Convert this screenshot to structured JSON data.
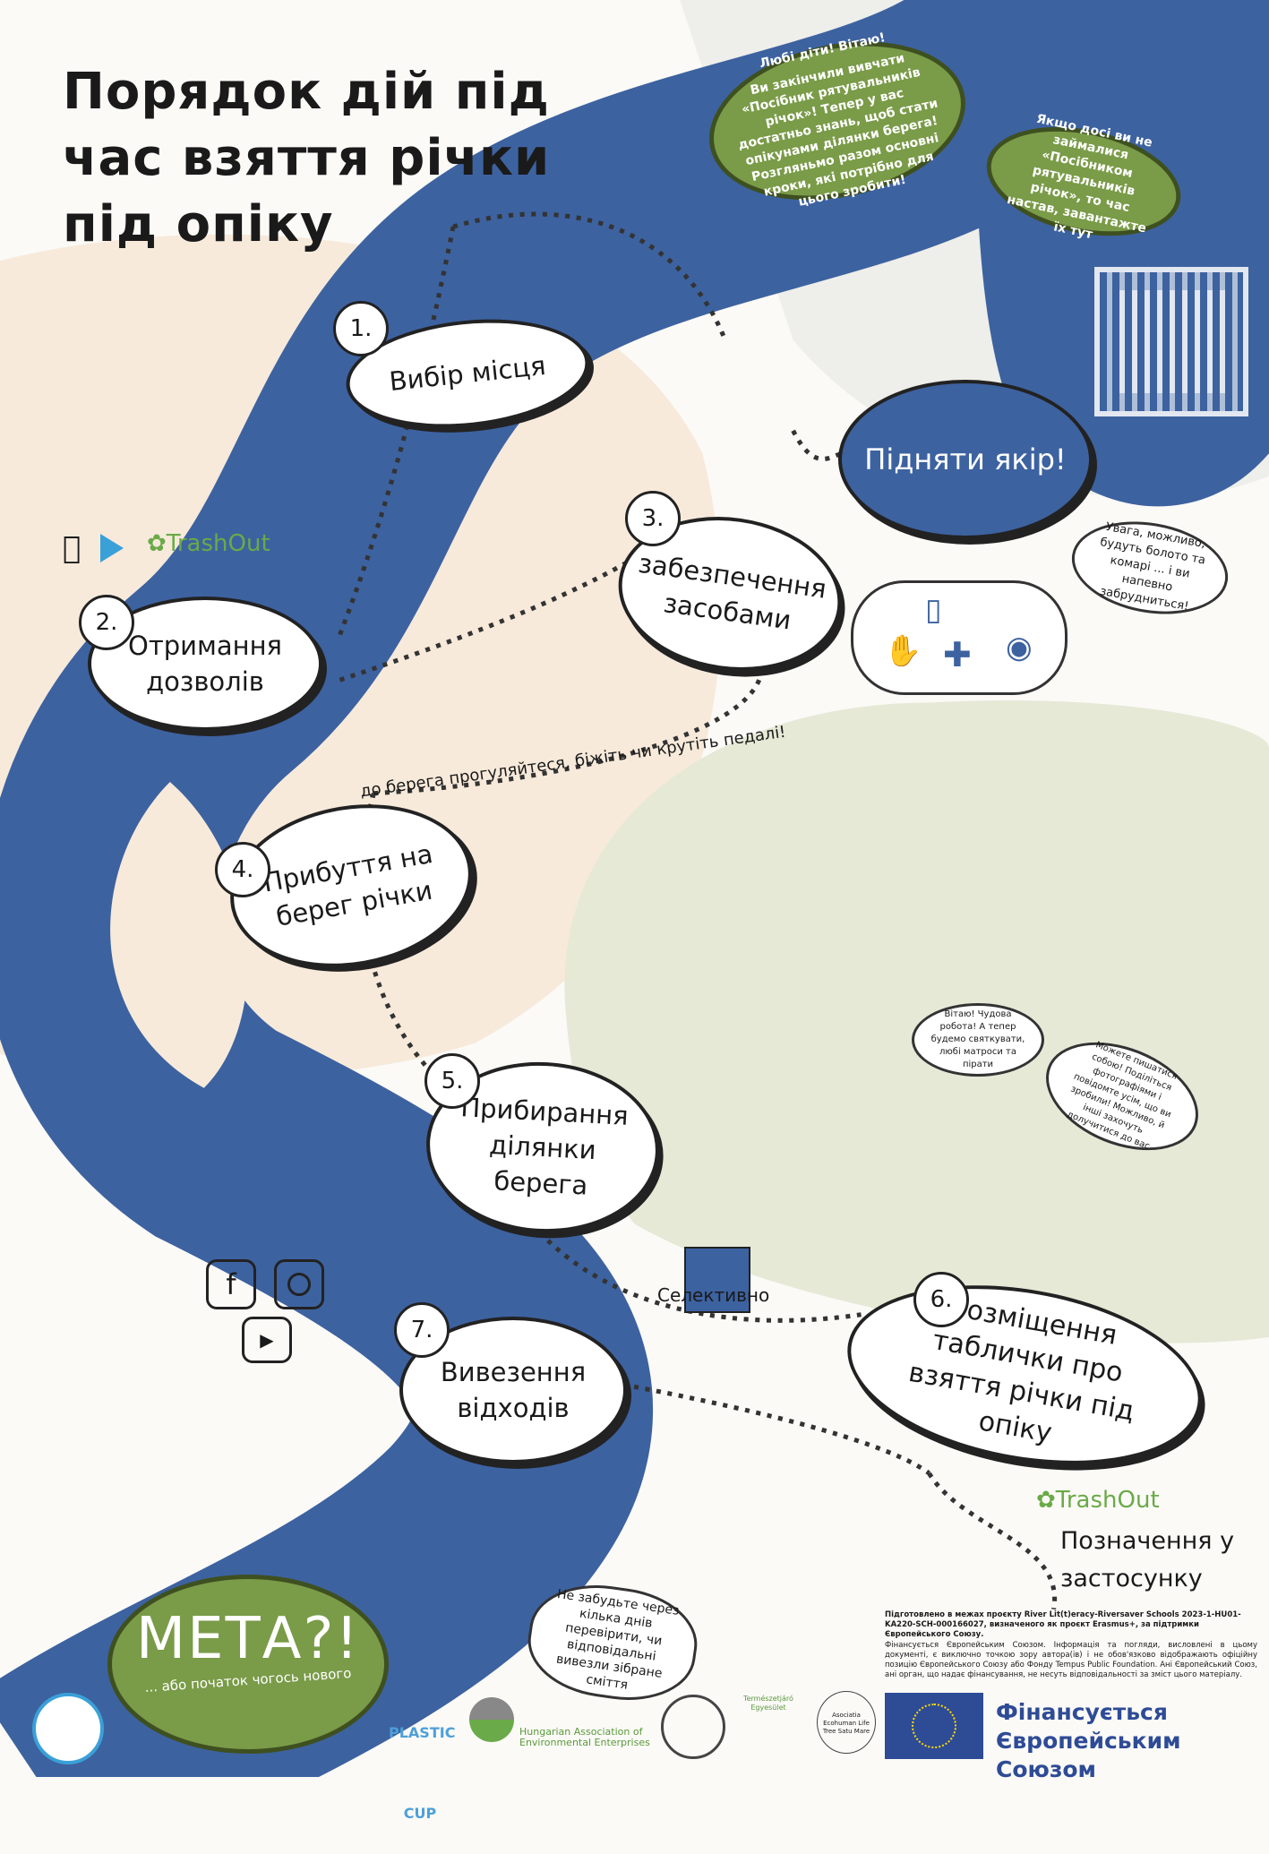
{
  "title": "Порядок дій під час взяття річки під опіку",
  "intro_bubble": {
    "greeting": "Любі діти! Вітаю!",
    "text": "Ви закінчили вивчати «Посібник рятувальників річок»! Тепер у вас достатньо знань, щоб стати опікунами ділянки берега! Розгляньмо разом основні кроки, які потрібно для цього зробити!"
  },
  "download_bubble": "Якщо досі ви не займалися «Посібником рятувальників річок», то час настав, завантажте їх тут",
  "anchor_label": "Підняти якір!",
  "steps": [
    {
      "num": "1.",
      "label": "Вибір місця"
    },
    {
      "num": "2.",
      "label": "Отримання дозволів"
    },
    {
      "num": "3.",
      "label": "забезпечення засобами"
    },
    {
      "num": "4.",
      "label": "Прибуття на берег річки"
    },
    {
      "num": "5.",
      "label": "Прибирання ділянки берега"
    },
    {
      "num": "6.",
      "label": "Розміщення таблички про взяття річки під опіку"
    },
    {
      "num": "7.",
      "label": "Вивезення відходів"
    }
  ],
  "path_text": "до берега прогуляйтеся, біжіть чи крутіть педалі!",
  "warning_bubble": "Увага, можливо, будуть болото та комарі ... і ви напевно забрудниться!",
  "celebrate_bubble": "Вітаю! Чудова робота! А тепер будемо святкувати, любі матроси та пірати",
  "share_bubble": "Можете пишатися собою! Поділіться фотографіями і повідомте усім, що ви зробили! Можливо, й інші захочуть долучитися до вас",
  "selective_label": "Селективно",
  "trashout": "TrashOut",
  "app_mark_label": "Позначення у застосунку",
  "reminder_cloud": "Не забудьте через кілька днів перевірити, чи відповідальні вивезли зібране сміття",
  "goal": {
    "title": "МЕТА?!",
    "subtitle": "... або початок чогось нового"
  },
  "partners": [
    "PLASTIC CUP",
    "Hungarian Association of Environmental Enterprises",
    "Természetjáró Egyesület",
    "Asociatia Ecohuman Life Tree Satu Mare"
  ],
  "footer": {
    "project": "Підготовлено в межах проєкту River Lit(t)eracy-Riversaver Schools 2023-1-HU01-KA220-SCH-000166027, визначеного як проєкт Erasmus+, за підтримки Європейського Союзу.",
    "disclaimer": "Фінансується Європейським Союзом. Інформація та погляди, висловлені в цьому документі, є виключно точкою зору автора(ів) і не обов'язково відображають офіційну позицію Європейського Союзу або Фонду Tempus Public Foundation. Ані Європейський Союз, ані орган, що надає фінансування, не несуть відповідальності за зміст цього матеріалу.",
    "eu_line1": "Фінансується",
    "eu_line2": "Європейським Союзом"
  },
  "colors": {
    "river": "#3d62a0",
    "beige": "#f7eadb",
    "sage": "#e6e9d6",
    "gray": "#eeeeea",
    "green": "#7a9b48",
    "eu_blue": "#2e4b96",
    "eu_yellow": "#ffdd00"
  }
}
